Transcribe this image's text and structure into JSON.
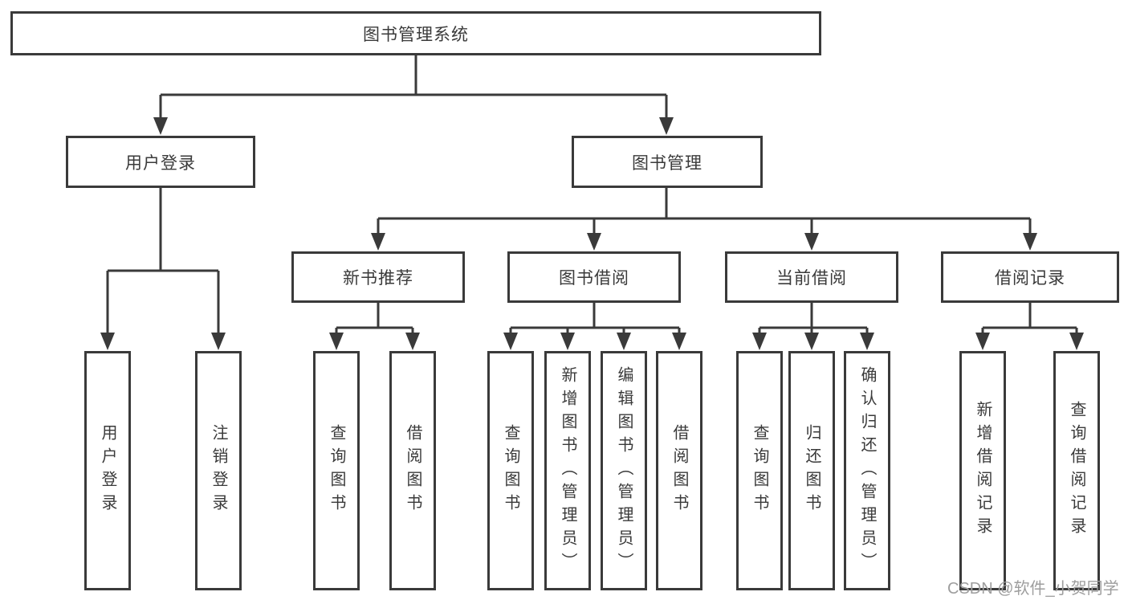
{
  "page": {
    "background_color": "#ffffff",
    "line_color": "#3a3a3a",
    "watermark_color": "#9e9e9e"
  },
  "watermark": {
    "text": "CSDN @软件_小贺同学"
  },
  "diagram": {
    "type": "hierarchy-tree",
    "tree": {
      "label": "图书管理系统",
      "children": [
        {
          "label": "用户登录",
          "children": [
            {
              "label": "用户登录"
            },
            {
              "label": "注销登录"
            }
          ]
        },
        {
          "label": "图书管理",
          "children": [
            {
              "label": "新书推荐",
              "children": [
                {
                  "label": "查询图书"
                },
                {
                  "label": "借阅图书"
                }
              ]
            },
            {
              "label": "图书借阅",
              "children": [
                {
                  "label": "查询图书"
                },
                {
                  "label": "新增图书（管理员）"
                },
                {
                  "label": "编辑图书（管理员）"
                },
                {
                  "label": "借阅图书"
                }
              ]
            },
            {
              "label": "当前借阅",
              "children": [
                {
                  "label": "查询图书"
                },
                {
                  "label": "归还图书"
                },
                {
                  "label": "确认归还（管理员）"
                }
              ]
            },
            {
              "label": "借阅记录",
              "children": [
                {
                  "label": "新增借阅记录"
                },
                {
                  "label": "查询借阅记录"
                }
              ]
            }
          ]
        }
      ]
    }
  }
}
